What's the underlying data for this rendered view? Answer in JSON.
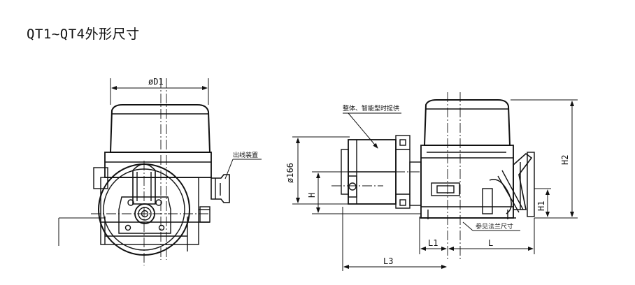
{
  "title": "QT1~QT4外形尺寸",
  "labels": {
    "d1": "øD1",
    "outlet": "出线装置",
    "note": "整体、智能型时提供",
    "d166": "ø166",
    "h": "H",
    "h1": "H1",
    "h2": "H2",
    "flange_ref": "参见法兰尺寸",
    "l1": "L1",
    "l": "L",
    "l3": "L3"
  }
}
